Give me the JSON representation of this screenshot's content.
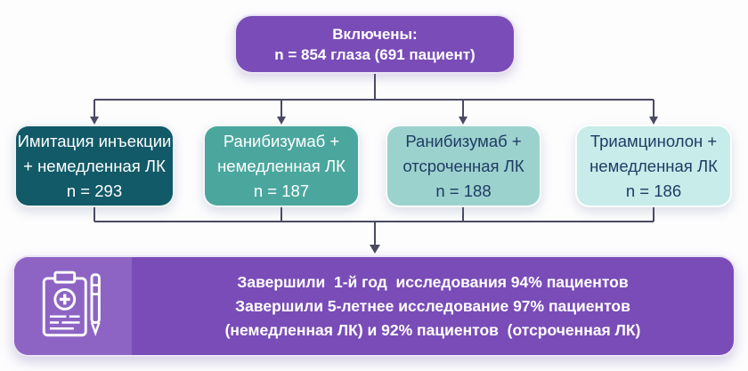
{
  "flowchart": {
    "title_node": {
      "lines": [
        "Включены:",
        "n = 854 глаза (691 пациент)"
      ],
      "color": "#7a4cb8",
      "text_color": "#ffffff"
    },
    "arm_nodes": [
      {
        "lines": [
          "Имитация инъекции",
          "+ немедленная ЛК",
          "n = 293"
        ],
        "n": 293,
        "color": "#125a68",
        "text_color": "#ffffff"
      },
      {
        "lines": [
          "Ранибизумаб +",
          "немедленная ЛК",
          "n = 187"
        ],
        "n": 187,
        "color": "#4ba79e",
        "text_color": "#ffffff"
      },
      {
        "lines": [
          "Ранибизумаб +",
          "отсроченная ЛК",
          "n = 188"
        ],
        "n": 188,
        "color": "#9cd2cd",
        "text_color": "#1e3c64"
      },
      {
        "lines": [
          "Триамцинолон +",
          "немедленная ЛК",
          "n = 186"
        ],
        "n": 186,
        "color": "#c7ecea",
        "text_color": "#1e3c64"
      }
    ],
    "result_node": {
      "icon": "clipboard-medical-pen-icon",
      "lines": [
        "Завершили  1-й год  исследования 94% пациентов",
        "Завершили 5-летнее исследование 97% пациентов",
        "(немедленная ЛК) и 92% пациентов  (отсроченная ЛК)"
      ],
      "color": "#7a4cb8",
      "icon_panel_color": "#8d64c4",
      "text_color": "#ffffff"
    },
    "connector_color": "#4a4a63"
  }
}
